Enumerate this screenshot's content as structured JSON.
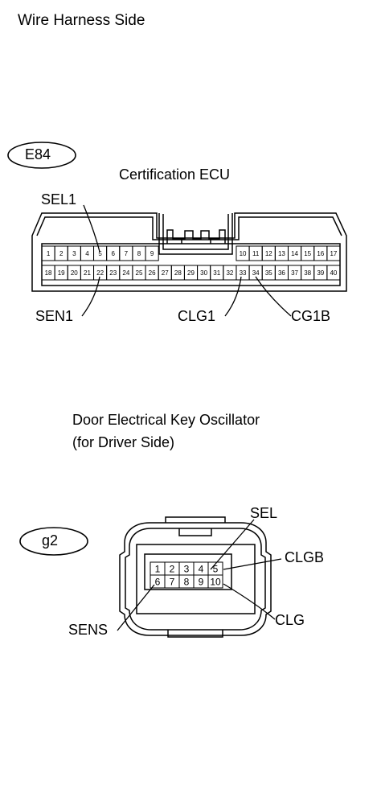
{
  "heading": "Wire Harness Side",
  "connector1": {
    "code": "E84",
    "name": "Certification ECU",
    "pins_row1_left": [
      "1",
      "2",
      "3",
      "4",
      "5",
      "6",
      "7",
      "8",
      "9"
    ],
    "pins_row1_right": [
      "10",
      "11",
      "12",
      "13",
      "14",
      "15",
      "16",
      "17"
    ],
    "pins_row2": [
      "18",
      "19",
      "20",
      "21",
      "22",
      "23",
      "24",
      "25",
      "26",
      "27",
      "28",
      "29",
      "30",
      "31",
      "32",
      "33",
      "34",
      "35",
      "36",
      "37",
      "38",
      "39",
      "40"
    ],
    "labels": {
      "sel1": "SEL1",
      "sen1": "SEN1",
      "clg1": "CLG1",
      "cg1b": "CG1B"
    }
  },
  "connector2": {
    "code": "g2",
    "name_line1": "Door Electrical Key Oscillator",
    "name_line2": "(for Driver Side)",
    "pins_row1": [
      "1",
      "2",
      "3",
      "4",
      "5"
    ],
    "pins_row2": [
      "6",
      "7",
      "8",
      "9",
      "10"
    ],
    "labels": {
      "sel": "SEL",
      "clgb": "CLGB",
      "clg": "CLG",
      "sens": "SENS"
    }
  }
}
